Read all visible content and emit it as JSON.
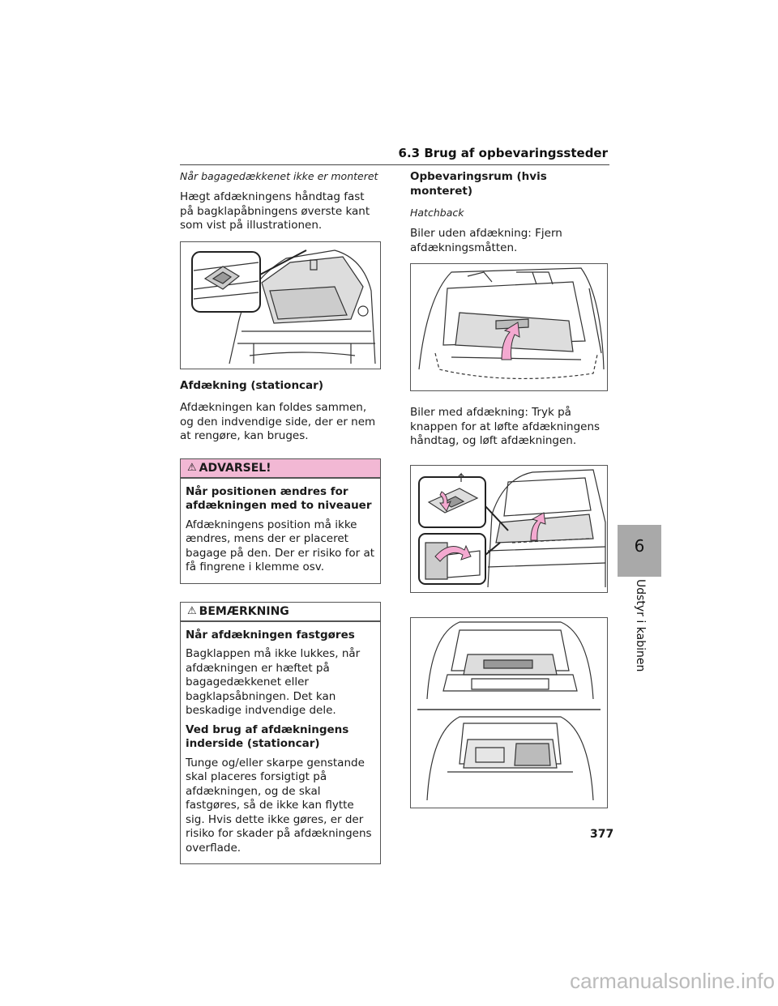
{
  "header": {
    "title": "6.3 Brug af opbevaringssteder"
  },
  "left": {
    "heading_italic": "Når bagagedækkenet ikke er monteret",
    "para1": "Hægt afdækningens håndtag fast på bagklapåbningens øverste kant som vist på illustrationen.",
    "heading2": "Afdækning (stationcar)",
    "para2": "Afdækningen kan foldes sammen, og den indvendige side, der er nem at rengøre, kan bruges.",
    "warning": {
      "title": "ADVARSEL!",
      "subheading": "Når positionen ændres for afdækningen med to niveauer",
      "text": "Afdækningens position må ikke ændres, mens der er placeret bagage på den. Der er risiko for at få fingrene i klemme osv."
    },
    "notice": {
      "title": "BEMÆRKNING",
      "sub1": "Når afdækningen fastgøres",
      "text1": "Bagklappen må ikke lukkes, når afdækningen er hæftet på bagagedækkenet eller bagklapsåbningen. Det kan beskadige indvendige dele.",
      "sub2": "Ved brug af afdækningens inderside (stationcar)",
      "text2": "Tunge og/eller skarpe genstande skal placeres forsigtigt på afdækningen, og de skal fastgøres, så de ikke kan flytte sig. Hvis dette ikke gøres, er der risiko for skader på afdækningens overflade."
    }
  },
  "right": {
    "heading": "Opbevaringsrum (hvis monteret)",
    "sub_italic": "Hatchback",
    "para1": "Biler uden afdækning: Fjern afdækningsmåtten.",
    "para2": "Biler med afdækning: Tryk på knappen for at løfte afdækningens håndtag, og løft afdækningen."
  },
  "side_tab": {
    "number": "6",
    "label": "Udstyr i kabinen"
  },
  "page_number": "377",
  "watermark": "carmanualsonline.info",
  "colors": {
    "warning_bar": "#f2b8d4",
    "arrow_pink": "#f4a9d0",
    "side_tab": "#a9a9a9"
  }
}
